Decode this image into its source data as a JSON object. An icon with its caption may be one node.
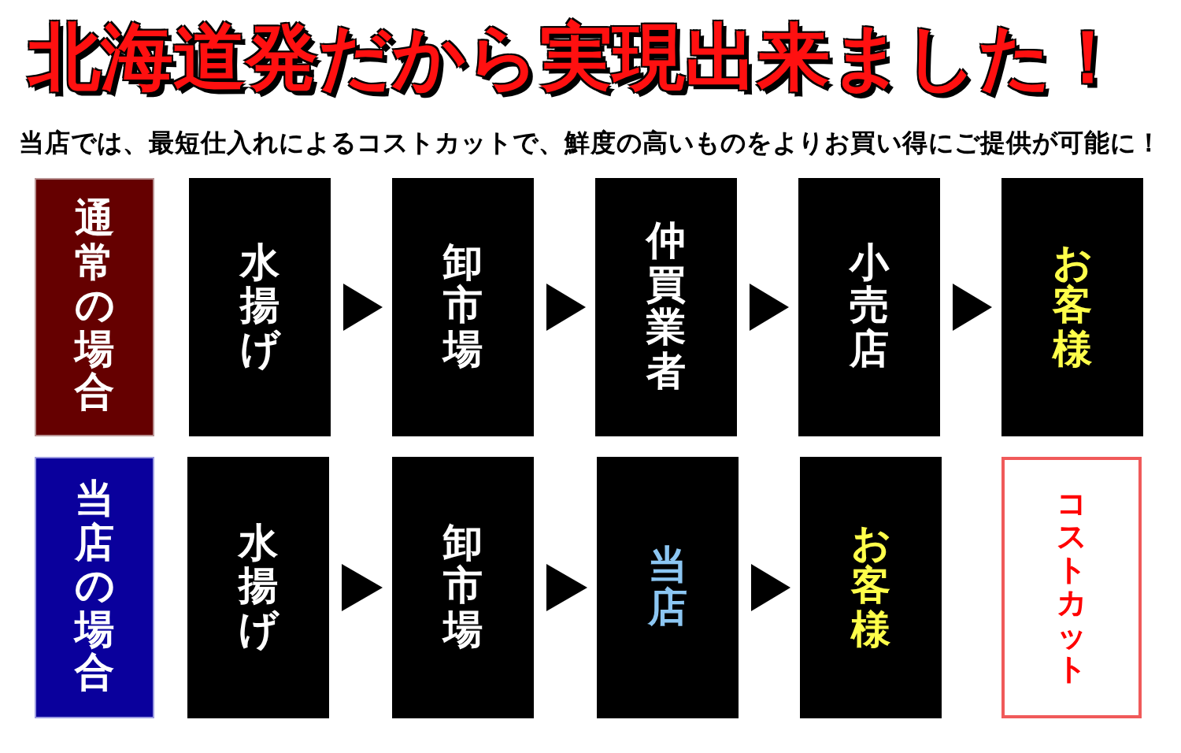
{
  "diagram": {
    "title": "北海道発だから実現出来ました！",
    "nodes": [
      {
        "text": [
          "通常の場合"
        ]
      },
      {
        "text": [
          "水揚げ"
        ]
      },
      {
        "text": [
          "卸市場"
        ]
      },
      {
        "text": [
          "仲買業者"
        ]
      },
      {
        "text": [
          "小売店"
        ]
      },
      {
        "text": [
          "お客様"
        ]
      },
      {
        "text": [
          "当店の場合"
        ]
      },
      {
        "text": [
          "水揚げ"
        ]
      },
      {
        "text": [
          "卸市場"
        ]
      },
      {
        "text": [
          "当店"
        ]
      },
      {
        "text": [
          "お客様"
        ]
      },
      {
        "text": [
          "コストカット"
        ]
      }
    ],
    "edges": [
      {
        "from": 1,
        "to": 2,
        "arrow": "to"
      },
      {
        "from": 2,
        "to": 3,
        "arrow": "to"
      },
      {
        "from": 3,
        "to": 4,
        "arrow": "to"
      },
      {
        "from": 4,
        "to": 5,
        "arrow": "to"
      },
      {
        "from": 7,
        "to": 8,
        "arrow": "to"
      },
      {
        "from": 8,
        "to": 9,
        "arrow": "to"
      },
      {
        "from": 9,
        "to": 10,
        "arrow": "to"
      }
    ],
    "labels": [
      "当店では、最短仕入れによるコストカットで、鮮度の高いものをよりお買い得にご提供が可能に！"
    ]
  }
}
